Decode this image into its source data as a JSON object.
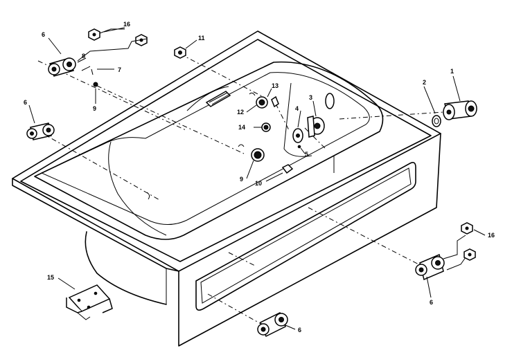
{
  "callouts": [
    {
      "id": "c1",
      "text": "1"
    },
    {
      "id": "c2",
      "text": "2"
    },
    {
      "id": "c3",
      "text": "3"
    },
    {
      "id": "c4",
      "text": "4"
    },
    {
      "id": "c5",
      "text": "5"
    },
    {
      "id": "c6a",
      "text": "6"
    },
    {
      "id": "c6b",
      "text": "6"
    },
    {
      "id": "c6c",
      "text": "6"
    },
    {
      "id": "c6d",
      "text": "6"
    },
    {
      "id": "c7",
      "text": "7"
    },
    {
      "id": "c8",
      "text": "8"
    },
    {
      "id": "c9a",
      "text": "9"
    },
    {
      "id": "c9b",
      "text": "9"
    },
    {
      "id": "c10",
      "text": "10"
    },
    {
      "id": "c11",
      "text": "11"
    },
    {
      "id": "c12",
      "text": "12"
    },
    {
      "id": "c13",
      "text": "13"
    },
    {
      "id": "c14",
      "text": "14"
    },
    {
      "id": "c15",
      "text": "15"
    },
    {
      "id": "c16a",
      "text": "16"
    },
    {
      "id": "c16b",
      "text": "16"
    }
  ]
}
